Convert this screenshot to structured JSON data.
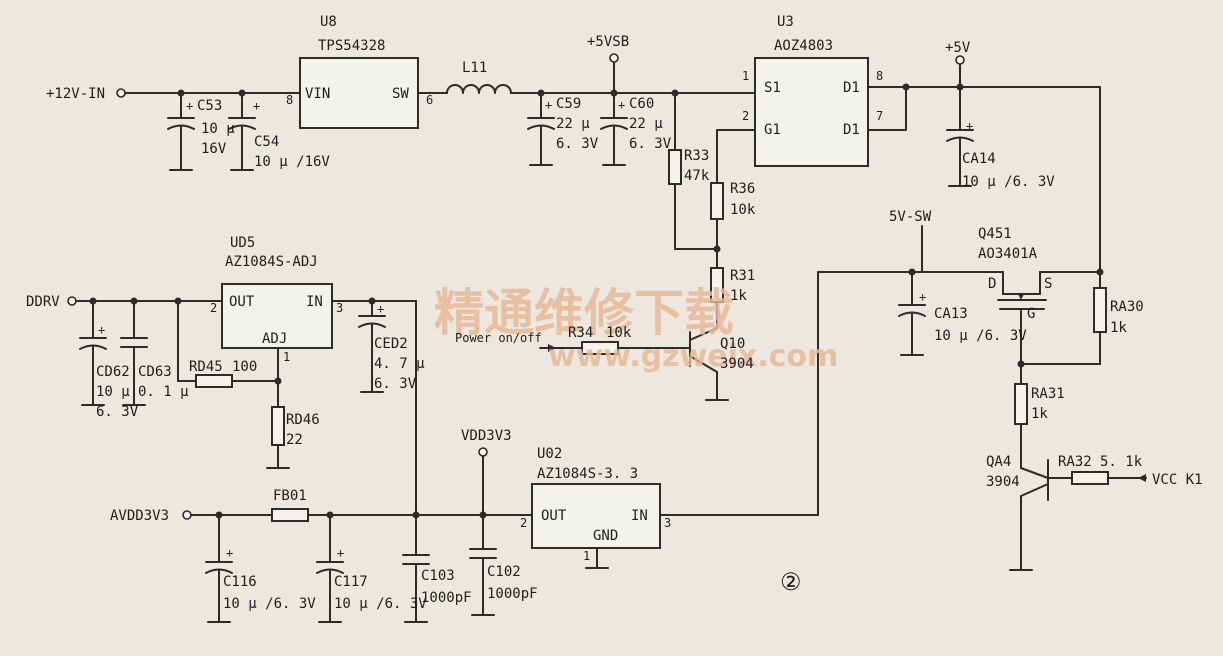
{
  "labels": {
    "in12v": "+12V-IN",
    "u8_ref": "U8",
    "u8_part": "TPS54328",
    "u8_vin": "VIN",
    "u8_sw": "SW",
    "u8_p8": "8",
    "u8_p6": "6",
    "c53": "C53",
    "c53_v": "10 μ",
    "c53_r": "16V",
    "c54": "C54",
    "c54_v": "10 μ /16V",
    "l11": "L11",
    "c59": "C59",
    "c59_v": "22 μ",
    "c59_r": "6. 3V",
    "c60": "C60",
    "c60_v": "22 μ",
    "c60_r": "6. 3V",
    "vsb": "+5VSB",
    "u3_ref": "U3",
    "u3_part": "AOZ4803",
    "u3_s1": "S1",
    "u3_g1": "G1",
    "u3_d1a": "D1",
    "u3_d1b": "D1",
    "u3_p1": "1",
    "u3_p2": "2",
    "u3_p8": "8",
    "u3_p7": "7",
    "p5v": "+5V",
    "ca14": "CA14",
    "ca14_v": "10 μ /6. 3V",
    "r33": "R33",
    "r33_v": "47k",
    "r36": "R36",
    "r36_v": "10k",
    "r31": "R31",
    "r31_v": "1k",
    "r34": "R34",
    "r34_v": "10k",
    "pwr": "Power on/off",
    "q10": "Q10",
    "q10_p": "3904",
    "sw5v": "5V-SW",
    "q451": "Q451",
    "q451_p": "AO3401A",
    "q_d": "D",
    "q_s": "S",
    "q_g": "G",
    "ca13": "CA13",
    "ca13_v": "10 μ /6. 3V",
    "ra30": "RA30",
    "ra30_v": "1k",
    "ra31": "RA31",
    "ra31_v": "1k",
    "qa4": "QA4",
    "qa4_p": "3904",
    "ra32": "RA32",
    "ra32_v": "5. 1k",
    "vcck1": "VCC K1",
    "ddrv": "DDRV",
    "ud5_ref": "UD5",
    "ud5_part": "AZ1084S-ADJ",
    "ud5_out": "OUT",
    "ud5_in": "IN",
    "ud5_adj": "ADJ",
    "ud5_p2": "2",
    "ud5_p3": "3",
    "ud5_p1": "1",
    "ced2": "CED2",
    "ced2_v": "4. 7 μ",
    "ced2_r": "6. 3V",
    "cd62": "CD62",
    "cd62_v": "10 μ",
    "cd62_r": "6. 3V",
    "cd63": "CD63",
    "cd63_v": "0. 1 μ",
    "rd45": "RD45",
    "rd45_v": "100",
    "rd46": "RD46",
    "rd46_v": "22",
    "vdd3v3": "VDD3V3",
    "u02_ref": "U02",
    "u02_part": "AZ1084S-3. 3",
    "u02_out": "OUT",
    "u02_in": "IN",
    "u02_gnd": "GND",
    "u02_p2": "2",
    "u02_p3": "3",
    "u02_p1": "1",
    "avdd": "AVDD3V3",
    "fb01": "FB01",
    "c116": "C116",
    "c116_v": "10 μ /6. 3V",
    "c117": "C117",
    "c117_v": "10 μ /6. 3V",
    "c103": "C103",
    "c103_v": "1000pF",
    "c102": "C102",
    "c102_v": "1000pF",
    "fig": "②",
    "wm_cn": "精通维修下载",
    "wm_url": "www.gzweix.com"
  }
}
